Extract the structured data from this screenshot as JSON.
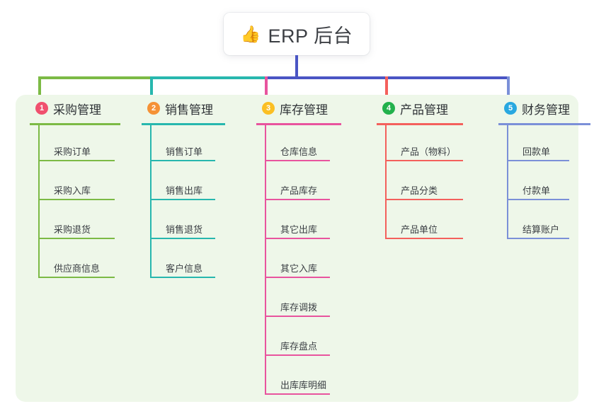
{
  "header": {
    "emoji": "👍",
    "emoji_name": "thumbs-up-icon",
    "title": "ERP 后台"
  },
  "theme": {
    "page_background": "#ffffff",
    "panel_background": "#eef7e9",
    "card_background": "#ffffff",
    "title_color": "#3c3f44",
    "stem_color": "#4a55c4"
  },
  "columns": [
    {
      "number": "1",
      "title": "采购管理",
      "badge_color": "#f0506e",
      "line_color": "#7cba45",
      "items": [
        {
          "label": "采购订单"
        },
        {
          "label": "采购入库"
        },
        {
          "label": "采购退货"
        },
        {
          "label": "供应商信息"
        }
      ]
    },
    {
      "number": "2",
      "title": "销售管理",
      "badge_color": "#f59236",
      "line_color": "#27b7ae",
      "items": [
        {
          "label": "销售订单"
        },
        {
          "label": "销售出库"
        },
        {
          "label": "销售退货"
        },
        {
          "label": "客户信息"
        }
      ]
    },
    {
      "number": "3",
      "title": "库存管理",
      "badge_color": "#fbbf24",
      "line_color": "#e8549e",
      "items": [
        {
          "label": "仓库信息"
        },
        {
          "label": "产品库存"
        },
        {
          "label": "其它出库"
        },
        {
          "label": "其它入库"
        },
        {
          "label": "库存调拨"
        },
        {
          "label": "库存盘点"
        },
        {
          "label": "出库库明细"
        }
      ]
    },
    {
      "number": "4",
      "title": "产品管理",
      "badge_color": "#22b14c",
      "line_color": "#f4605c",
      "items": [
        {
          "label": "产品（物料）"
        },
        {
          "label": "产品分类"
        },
        {
          "label": "产品单位"
        }
      ]
    },
    {
      "number": "5",
      "title": "财务管理",
      "badge_color": "#29a8e0",
      "line_color": "#7b90d8",
      "items": [
        {
          "label": "回款单"
        },
        {
          "label": "付款单"
        },
        {
          "label": "结算账户"
        }
      ]
    }
  ]
}
